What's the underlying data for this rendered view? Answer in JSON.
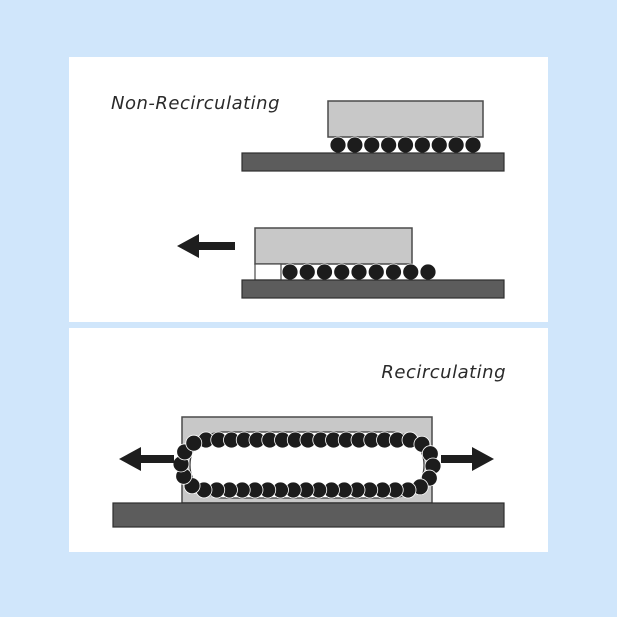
{
  "labels": {
    "non_recirculating": "Non-Recirculating",
    "recirculating": "Recirculating"
  },
  "colors": {
    "background": "#d0e6fb",
    "panel": "#ffffff",
    "rail": "#5c5c5c",
    "carriage": "#c8c8c8",
    "ball": "#1c1c1c",
    "arrow": "#1e1e1e"
  },
  "icons": {
    "left_arrow": "arrow-left-icon",
    "right_arrow": "arrow-right-icon"
  },
  "diagrams": {
    "non_recirculating_static": {
      "ball_count": 9
    },
    "non_recirculating_moving": {
      "ball_count": 9,
      "arrow_direction": "left"
    },
    "recirculating": {
      "ball_count": 44,
      "arrow_directions": [
        "left",
        "right"
      ]
    }
  }
}
